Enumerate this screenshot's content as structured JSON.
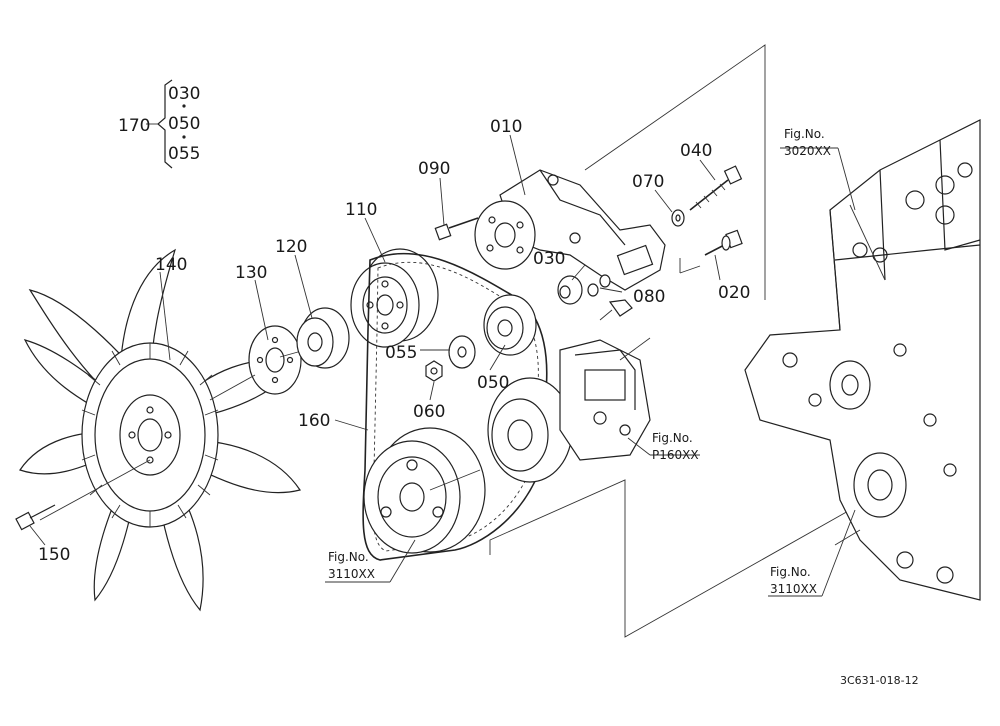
{
  "parts": {
    "p010": "010",
    "p020": "020",
    "p030a": "030",
    "p030b": "030",
    "p040": "040",
    "p050a": "050",
    "p050b": "050",
    "p055a": "055",
    "p055b": "055",
    "p060": "060",
    "p070": "070",
    "p080": "080",
    "p090": "090",
    "p110": "110",
    "p120": "120",
    "p130": "130",
    "p140": "140",
    "p150": "150",
    "p160": "160",
    "p170": "170"
  },
  "figure_refs": {
    "f3020": {
      "caption": "Fig.No.",
      "code": "3020XX"
    },
    "fP160": {
      "caption": "Fig.No.",
      "code": "P160XX"
    },
    "f3110a": {
      "caption": "Fig.No.",
      "code": "3110XX"
    },
    "f3110b": {
      "caption": "Fig.No.",
      "code": "3110XX"
    }
  },
  "drawing_code": "3C631-018-12"
}
